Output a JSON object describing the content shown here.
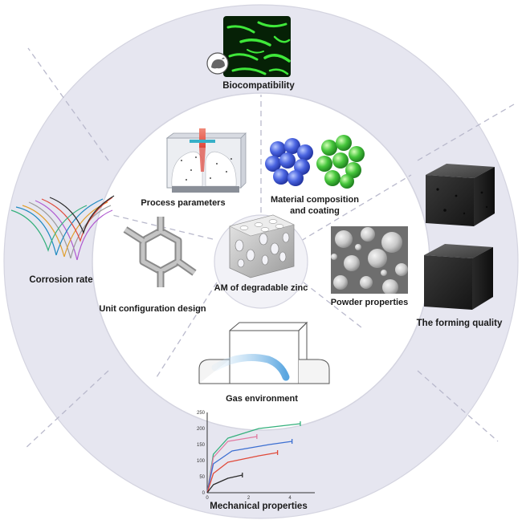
{
  "diagram": {
    "center_label": "AM of degradable zinc",
    "inner_labels": {
      "process": "Process parameters",
      "material_line1": "Material composition",
      "material_line2": "and coating",
      "powder": "Powder properties",
      "gas": "Gas environment",
      "unit": "Unit configuration design"
    },
    "outer_labels": {
      "biocompat": "Biocompatibility",
      "forming": "The forming quality",
      "mechanical": "Mechanical properties",
      "corrosion": "Corrosion rate"
    },
    "colors": {
      "outer_ring": "#e6e6f0",
      "inner_ring": "#ffffff",
      "center": "#f2f2f7",
      "divider": "#b9b9cc",
      "ring_stroke": "#d4d4e0"
    }
  },
  "chart_data": {
    "type": "line",
    "ylim": [
      0,
      250
    ],
    "yticks": [
      "0",
      "50",
      "100",
      "150",
      "200",
      "250"
    ],
    "xticks": [
      "0",
      "2",
      "4"
    ],
    "series": [
      {
        "color": "#34b07c",
        "values": [
          [
            0,
            0
          ],
          [
            0.3,
            120
          ],
          [
            1,
            170
          ],
          [
            2.5,
            200
          ],
          [
            4.5,
            215
          ]
        ]
      },
      {
        "color": "#e07aa0",
        "values": [
          [
            0,
            0
          ],
          [
            0.3,
            110
          ],
          [
            1,
            160
          ],
          [
            2.4,
            175
          ]
        ]
      },
      {
        "color": "#3c6fd1",
        "values": [
          [
            0,
            0
          ],
          [
            0.3,
            90
          ],
          [
            1.2,
            130
          ],
          [
            3,
            150
          ],
          [
            4.1,
            160
          ]
        ]
      },
      {
        "color": "#e04a3a",
        "values": [
          [
            0,
            0
          ],
          [
            0.3,
            60
          ],
          [
            1,
            95
          ],
          [
            2.5,
            115
          ],
          [
            3.4,
            125
          ]
        ]
      },
      {
        "color": "#2a2a2a",
        "values": [
          [
            0,
            0
          ],
          [
            0.3,
            25
          ],
          [
            1,
            45
          ],
          [
            1.7,
            55
          ]
        ]
      }
    ]
  }
}
